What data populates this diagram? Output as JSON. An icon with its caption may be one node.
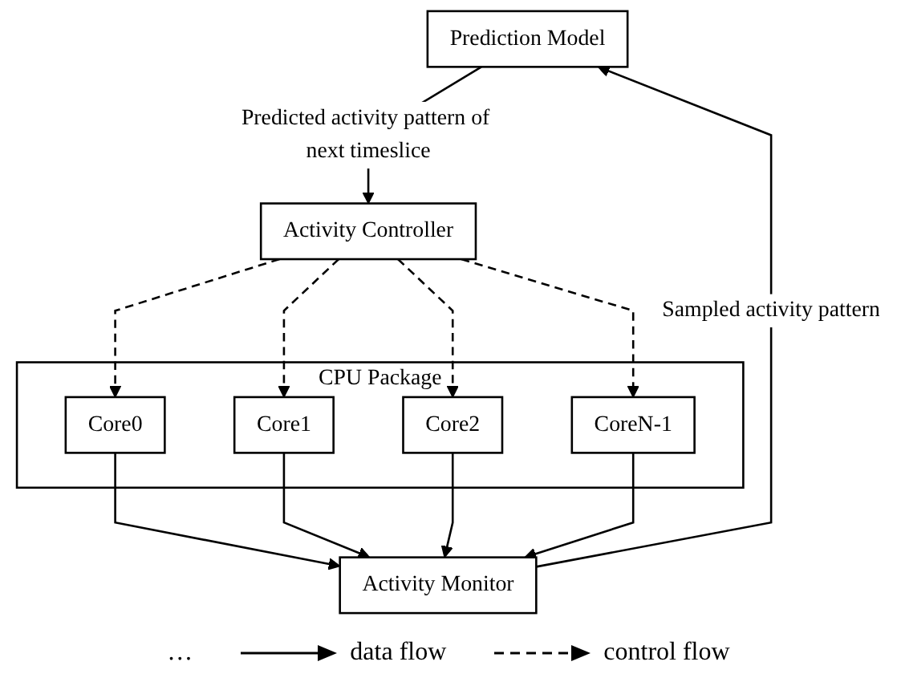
{
  "diagram": {
    "nodes": [
      {
        "text": [
          "Prediction Model"
        ]
      },
      {
        "text": [
          "Activity Controller"
        ]
      },
      {
        "text": [
          "Activity Monitor"
        ]
      },
      {
        "text": [
          "CPU Package"
        ]
      },
      {
        "text": [
          "Core0"
        ],
        "in": 3
      },
      {
        "text": [
          "Core1"
        ],
        "in": 3
      },
      {
        "text": [
          "Core2"
        ],
        "in": 3
      },
      {
        "text": [
          "CoreN-1"
        ],
        "in": 3
      }
    ],
    "edges": [
      {
        "from": 0,
        "to": 1,
        "arrow": "to",
        "label": "Predicted activity pattern of next timeslice"
      },
      {
        "from": 2,
        "to": 0,
        "arrow": "to",
        "label": "Sampled activity pattern"
      },
      {
        "from": 1,
        "to": 4,
        "arrow": "to",
        "style": "dashed"
      },
      {
        "from": 1,
        "to": 5,
        "arrow": "to",
        "style": "dashed"
      },
      {
        "from": 1,
        "to": 6,
        "arrow": "to",
        "style": "dashed"
      },
      {
        "from": 1,
        "to": 7,
        "arrow": "to",
        "style": "dashed"
      },
      {
        "from": 4,
        "to": 2,
        "arrow": "to"
      },
      {
        "from": 5,
        "to": 2,
        "arrow": "to"
      },
      {
        "from": 6,
        "to": 2,
        "arrow": "to"
      },
      {
        "from": 7,
        "to": 2,
        "arrow": "to"
      }
    ],
    "labels": [
      "…"
    ],
    "legend": [
      {
        "text": "data flow"
      },
      {
        "text": "control flow"
      }
    ]
  }
}
